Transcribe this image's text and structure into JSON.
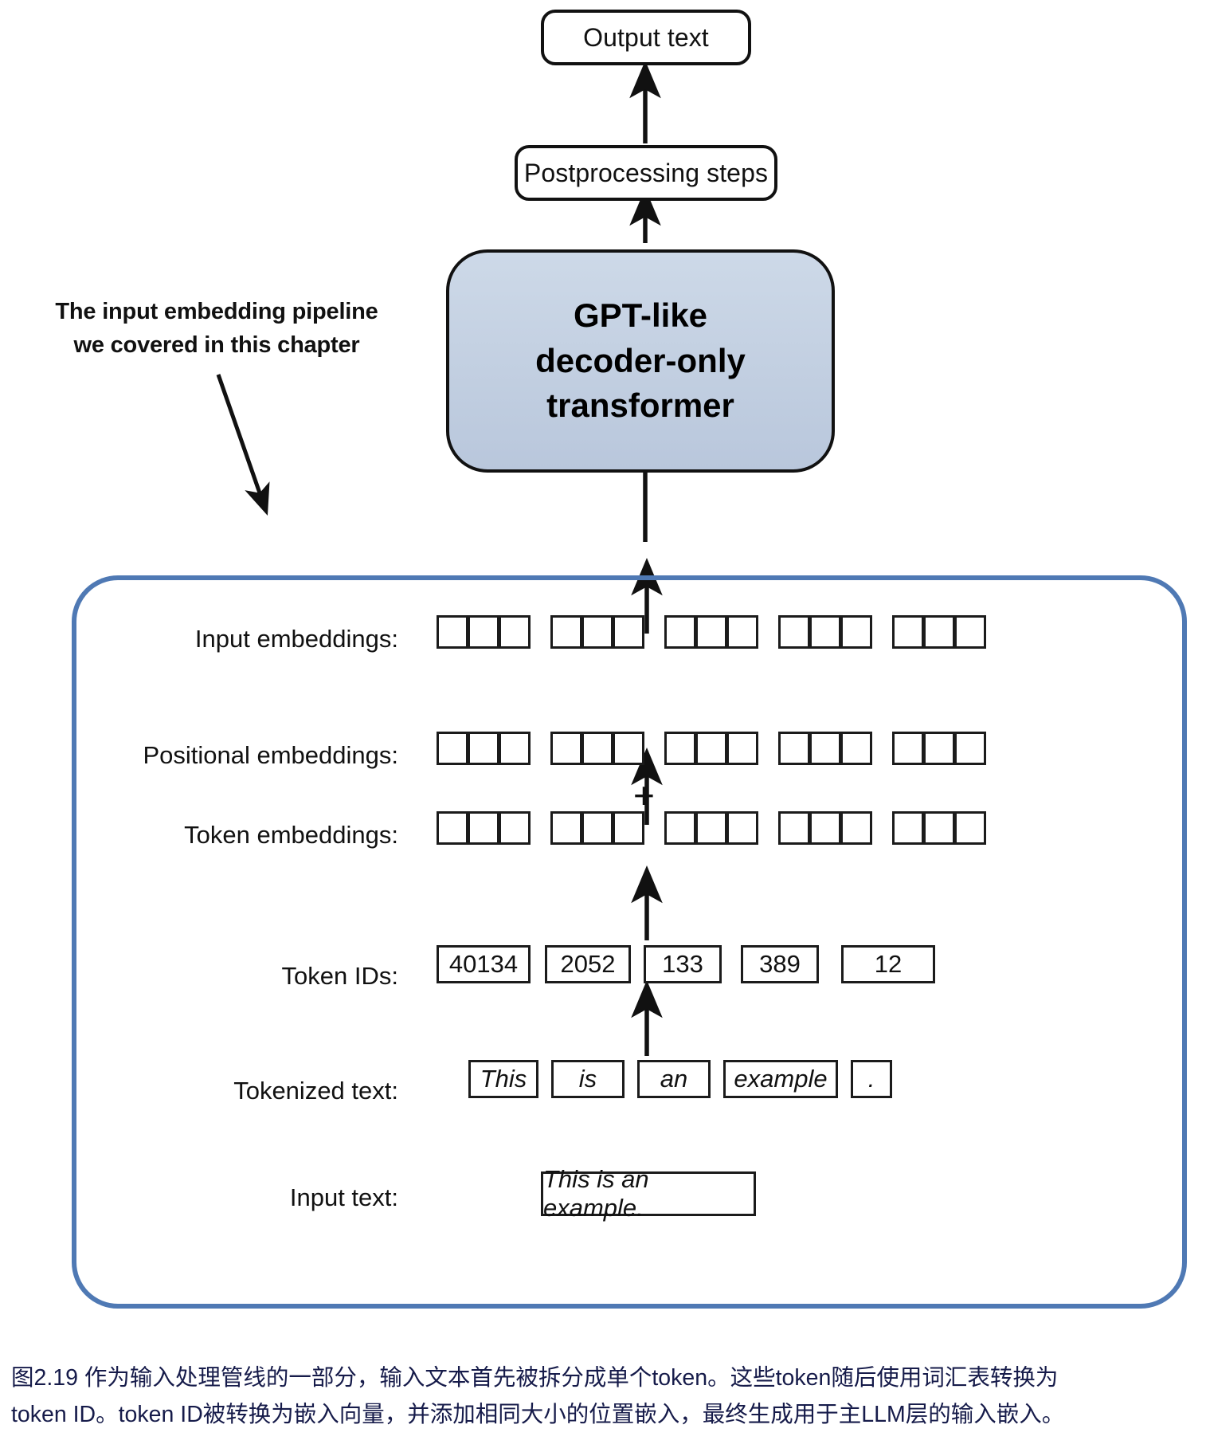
{
  "figure": {
    "caption_line1": "图2.19 作为输入处理管线的一部分，输入文本首先被拆分成单个token。这些token随后使用词汇表转换为",
    "caption_line2": "token ID。token ID被转换为嵌入向量，并添加相同大小的位置嵌入，最终生成用于主LLM层的输入嵌入。",
    "caption_color": "#161b4a"
  },
  "flow": {
    "output_text_label": "Output text",
    "postprocessing_label": "Postprocessing steps",
    "transformer_line1": "GPT-like",
    "transformer_line2": "decoder-only",
    "transformer_line3": "transformer",
    "transformer_fill": "#c5d2e3",
    "outline_color": "#111111"
  },
  "annotation": {
    "line1": "The input embedding pipeline",
    "line2": "we covered in this chapter"
  },
  "pipeline": {
    "frame_color": "#4f79b4",
    "rows": {
      "input_embeddings": {
        "label": "Input embeddings:",
        "groups": 5,
        "cells_per_group": 3
      },
      "positional_embeddings": {
        "label": "Positional embeddings:",
        "groups": 5,
        "cells_per_group": 3
      },
      "token_embeddings": {
        "label": "Token embeddings:",
        "groups": 5,
        "cells_per_group": 3
      },
      "token_ids": {
        "label": "Token IDs:",
        "values": [
          "40134",
          "2052",
          "133",
          "389",
          "12"
        ]
      },
      "tokenized_text": {
        "label": "Tokenized text:",
        "values": [
          "This",
          "is",
          "an",
          "example",
          "."
        ]
      },
      "input_text": {
        "label": "Input text:",
        "value": "This is an example."
      }
    },
    "plus_symbol": "+"
  }
}
